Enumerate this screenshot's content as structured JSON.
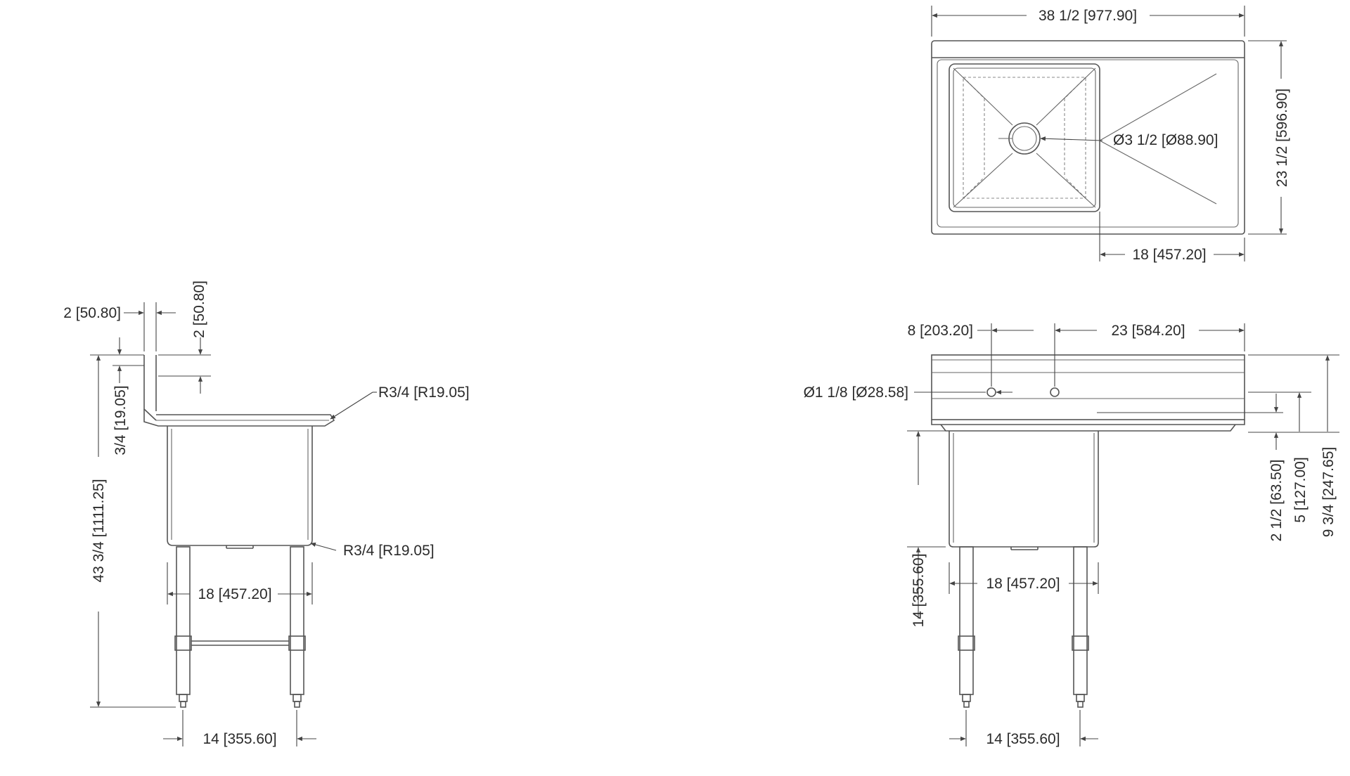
{
  "top_view": {
    "width_label": "38 1/2 [977.90]",
    "depth_label": "23 1/2 [596.90]",
    "drainboard_label": "18 [457.20]",
    "drain_label": "Ø3 1/2 [Ø88.90]"
  },
  "side_view": {
    "backsplash_thickness_label": "2 [50.80]",
    "backsplash_height_label": "2 [50.80]",
    "rim_label": "3/4 [19.05]",
    "overall_height_label": "43 3/4 [1111.25]",
    "edge_radius_label": "R3/4 [R19.05]",
    "bowl_radius_label": "R3/4 [R19.05]",
    "bowl_width_label": "18 [457.20]",
    "leg_spacing_label": "14 [355.60]"
  },
  "front_view": {
    "faucet_offset_label": "8 [203.20]",
    "faucet_to_end_label": "23 [584.20]",
    "faucet_hole_label": "Ø1 1/8 [Ø28.58]",
    "bowl_depth_label": "14 [355.60]",
    "bowl_width_label": "18 [457.20]",
    "leg_spacing_label": "14 [355.60]",
    "faucet_height_label": "2 1/2 [63.50]",
    "backsplash_to_rim_label": "5 [127.00]",
    "backsplash_total_label": "9 3/4 [247.65]"
  }
}
